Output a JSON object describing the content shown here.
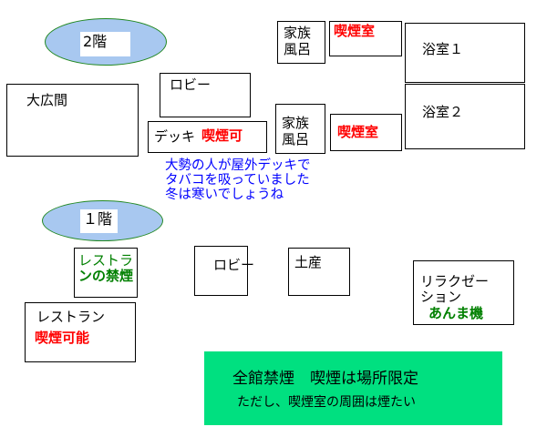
{
  "floor2": {
    "label": "2階",
    "great_hall": "大広間",
    "lobby": "ロビー",
    "deck": "デッキ",
    "deck_smoking": "喫煙可",
    "family_bath_1": [
      "家族",
      "風呂"
    ],
    "smoking_room_1": "喫煙室",
    "family_bath_2": [
      "家族",
      "風呂"
    ],
    "smoking_room_2": "喫煙室",
    "bath_1": "浴室１",
    "bath_2": "浴室２",
    "note": [
      "大勢の人が屋外デッキで",
      "タバコを吸っていました",
      "冬は寒いでしょうね"
    ]
  },
  "floor1": {
    "label": "１階",
    "restaurant_nonsmoking": [
      "レストラ",
      "ンの禁煙"
    ],
    "lobby": "ロビー",
    "souvenir": "土産",
    "relaxation": [
      "リラクゼー",
      "ション"
    ],
    "massage": "あんま機",
    "restaurant": "レストラン",
    "restaurant_smoking": "喫煙可能"
  },
  "notice": {
    "title": "全館禁煙　喫煙は場所限定",
    "subtitle": "ただし、喫煙室の周囲は煙たい"
  },
  "colors": {
    "ellipse": "#a8c8f0",
    "notice": "#00e080",
    "smoking": "#ff0000",
    "nonsmoking": "#008000",
    "note": "#0000ff"
  }
}
